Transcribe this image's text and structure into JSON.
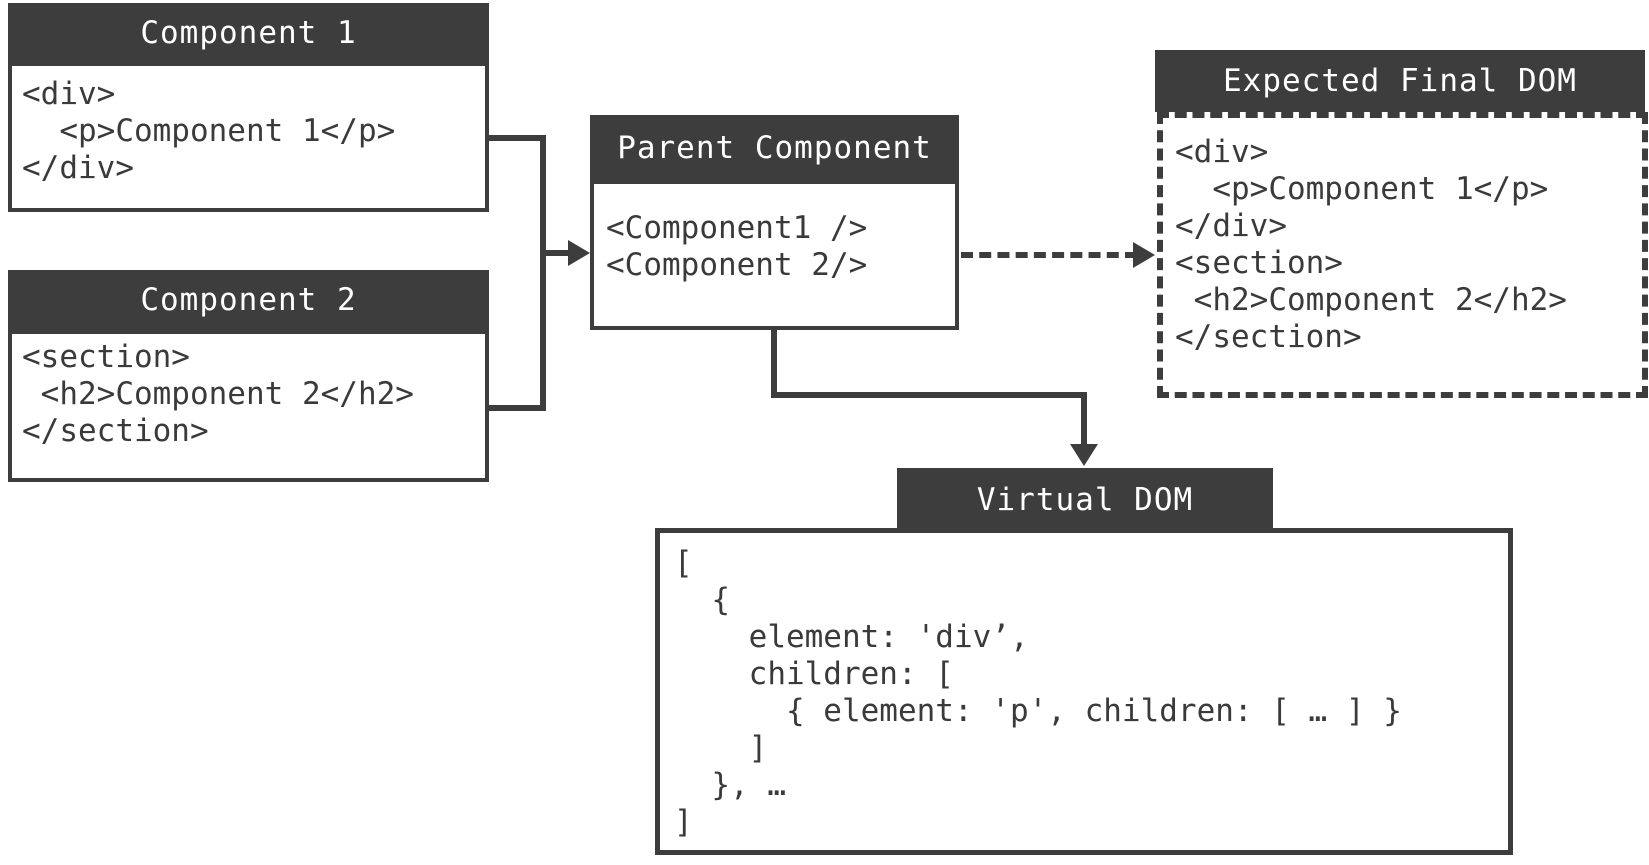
{
  "diagram": {
    "boxes": {
      "component1": {
        "title": "Component 1",
        "code": [
          "<div>",
          "  <p>Component 1</p>",
          "</div>"
        ]
      },
      "component2": {
        "title": "Component 2",
        "code": [
          "<section>",
          " <h2>Component 2</h2>",
          "</section>"
        ]
      },
      "parent": {
        "title": "Parent Component",
        "code": [
          "<Component1 />",
          "<Component 2/>"
        ]
      },
      "expected_final_dom": {
        "title": "Expected Final DOM",
        "code": [
          "<div>",
          "  <p>Component 1</p>",
          "</div>",
          "<section>",
          " <h2>Component 2</h2>",
          "</section>"
        ]
      },
      "virtual_dom": {
        "title": "Virtual DOM",
        "code": [
          "[",
          "  {",
          "    element: 'div’,",
          "    children: [",
          "      { element: 'p', children: [ … ] }",
          "    ]",
          "  }, …",
          "]"
        ]
      }
    },
    "arrows": {
      "components_to_parent": "solid",
      "parent_to_expected_dom": "dashed",
      "parent_to_virtual_dom": "solid"
    }
  },
  "colors": {
    "dark": "#3d3d3d",
    "code_text": "#3a3a3a",
    "header_text": "#ffffff",
    "background": "#ffffff"
  }
}
